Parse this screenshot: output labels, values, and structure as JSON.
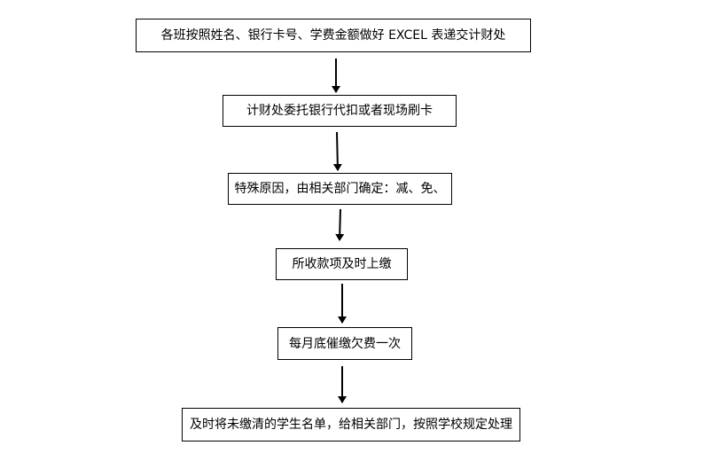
{
  "flowchart": {
    "steps": [
      "各班按照姓名、银行卡号、学费金额做好 EXCEL 表递交计财处",
      "计财处委托银行代扣或者现场刷卡",
      "特殊原因，由相关部门确定：减、免、",
      "所收款项及时上缴",
      "每月底催缴欠费一次",
      "及时将未缴清的学生名单，给相关部门，按照学校规定处理"
    ],
    "line_color": "#000000",
    "box_fill": "#ffffff"
  }
}
